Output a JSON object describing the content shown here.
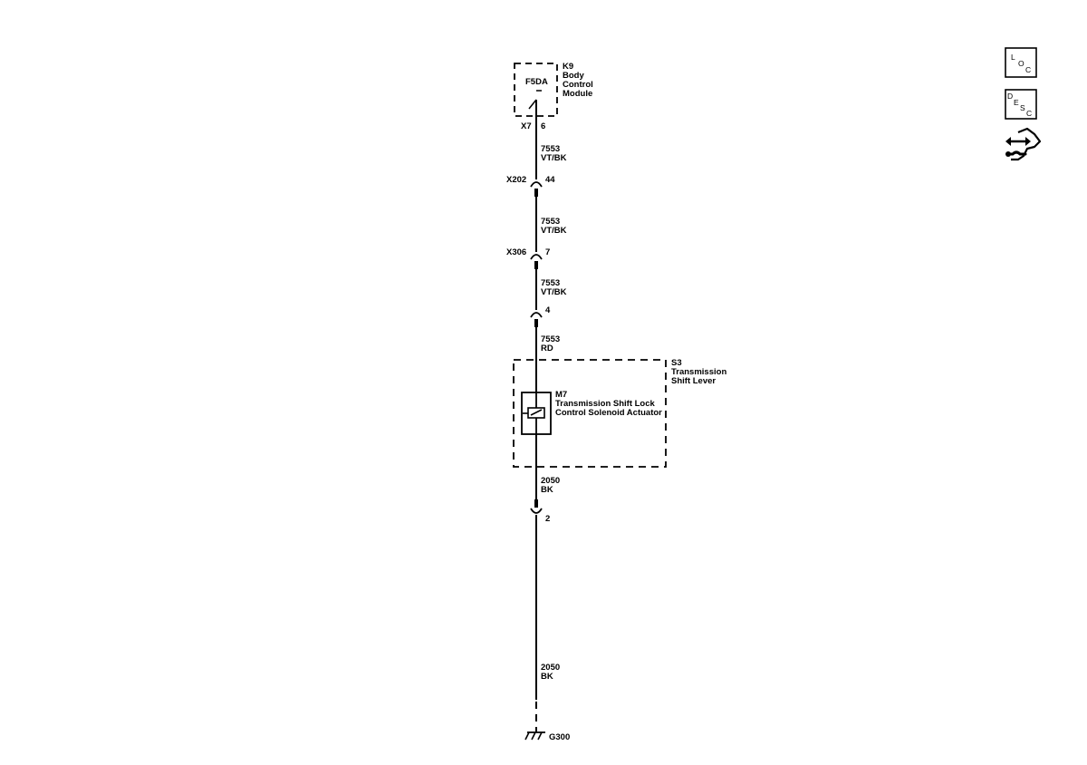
{
  "module": {
    "ref": "K9",
    "name_lines": [
      "Body",
      "Control",
      "Module"
    ],
    "switch": "F5DA",
    "connector": "X7",
    "pin": "6"
  },
  "wires": [
    {
      "circuit": "7553",
      "color": "VT/BK"
    },
    {
      "circuit": "7553",
      "color": "VT/BK"
    },
    {
      "circuit": "7553",
      "color": "VT/BK"
    },
    {
      "circuit": "7553",
      "color": "RD"
    },
    {
      "circuit": "2050",
      "color": "BK"
    },
    {
      "circuit": "2050",
      "color": "BK"
    }
  ],
  "connectors": [
    {
      "ref": "X202",
      "pin": "44"
    },
    {
      "ref": "X306",
      "pin": "7"
    },
    {
      "ref": "",
      "pin": "4"
    },
    {
      "ref": "",
      "pin": "2"
    }
  ],
  "assembly": {
    "ref": "S3",
    "name_lines": [
      "Transmission",
      "Shift Lever"
    ]
  },
  "solenoid": {
    "ref": "M7",
    "name_lines": [
      "Transmission Shift Lock",
      "Control Solenoid Actuator"
    ]
  },
  "ground": {
    "ref": "G300"
  },
  "side_icons": [
    {
      "name": "location-icon",
      "letters": [
        "L",
        "O",
        "C"
      ]
    },
    {
      "name": "description-icon",
      "letters": [
        "D",
        "E",
        "S",
        "C"
      ]
    },
    {
      "name": "repair-tool-icon"
    }
  ]
}
